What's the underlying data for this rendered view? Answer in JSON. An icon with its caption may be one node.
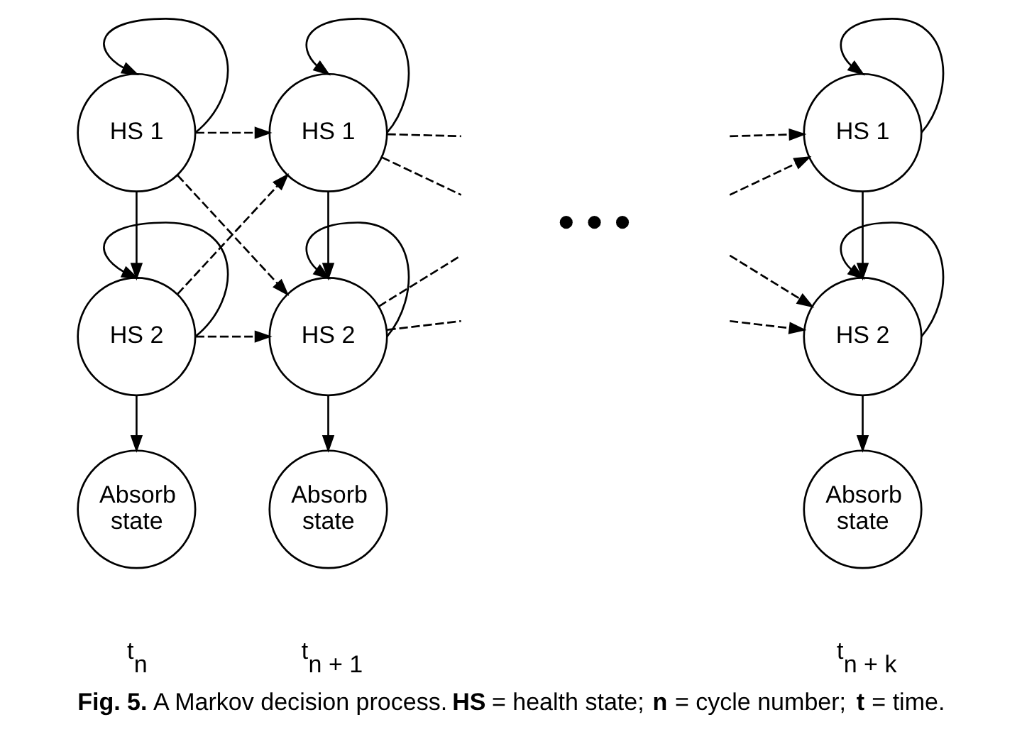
{
  "diagram": {
    "caption": "**Fig. 5.** A Markov decision process. **HS** = health state; **n** = cycle number; **t** = time.",
    "nodes": [
      {
        "text": [
          "HS 1"
        ]
      },
      {
        "text": [
          "HS 2"
        ]
      },
      {
        "text": [
          "Absorb state"
        ],
        "beside": [
          "t$_{n}$"
        ]
      },
      {
        "text": [
          "HS 1"
        ]
      },
      {
        "text": [
          "HS 2"
        ]
      },
      {
        "text": [
          "Absorb state"
        ],
        "beside": [
          "t$_{n + 1}$"
        ]
      },
      {
        "text": [
          "HS 1"
        ]
      },
      {
        "text": [
          "HS 2"
        ]
      },
      {
        "text": [
          "Absorb state"
        ],
        "beside": [
          "t$_{n + k}$"
        ]
      }
    ],
    "edges": [
      {
        "from": 0,
        "to": 0,
        "arrow": "to"
      },
      {
        "from": 0,
        "to": 1,
        "arrow": "to"
      },
      {
        "from": 1,
        "to": 1,
        "arrow": "to"
      },
      {
        "from": 1,
        "to": 2,
        "arrow": "to"
      },
      {
        "from": 0,
        "to": 3,
        "arrow": "to",
        "style": "dashed"
      },
      {
        "from": 0,
        "to": 4,
        "arrow": "to",
        "style": "dashed"
      },
      {
        "from": 1,
        "to": 3,
        "arrow": "to",
        "style": "dashed"
      },
      {
        "from": 1,
        "to": 4,
        "arrow": "to",
        "style": "dashed"
      },
      {
        "from": 3,
        "to": 3,
        "arrow": "to"
      },
      {
        "from": 3,
        "to": 4,
        "arrow": "to"
      },
      {
        "from": 4,
        "to": 4,
        "arrow": "to"
      },
      {
        "from": 4,
        "to": 5,
        "arrow": "to"
      },
      {
        "from": 3,
        "to": null,
        "arrow": "none",
        "style": "dashed"
      },
      {
        "from": 3,
        "to": null,
        "arrow": "none",
        "style": "dashed"
      },
      {
        "from": 4,
        "to": null,
        "arrow": "none",
        "style": "dashed"
      },
      {
        "from": 4,
        "to": null,
        "arrow": "none",
        "style": "dashed"
      },
      {
        "from": null,
        "to": 6,
        "arrow": "to",
        "style": "dashed"
      },
      {
        "from": null,
        "to": 6,
        "arrow": "to",
        "style": "dashed"
      },
      {
        "from": null,
        "to": 7,
        "arrow": "to",
        "style": "dashed"
      },
      {
        "from": null,
        "to": 7,
        "arrow": "to",
        "style": "dashed"
      },
      {
        "from": 6,
        "to": 6,
        "arrow": "to"
      },
      {
        "from": 6,
        "to": 7,
        "arrow": "to"
      },
      {
        "from": 7,
        "to": 7,
        "arrow": "to"
      },
      {
        "from": 7,
        "to": 8,
        "arrow": "to"
      }
    ],
    "labels": [
      "• • •"
    ]
  }
}
